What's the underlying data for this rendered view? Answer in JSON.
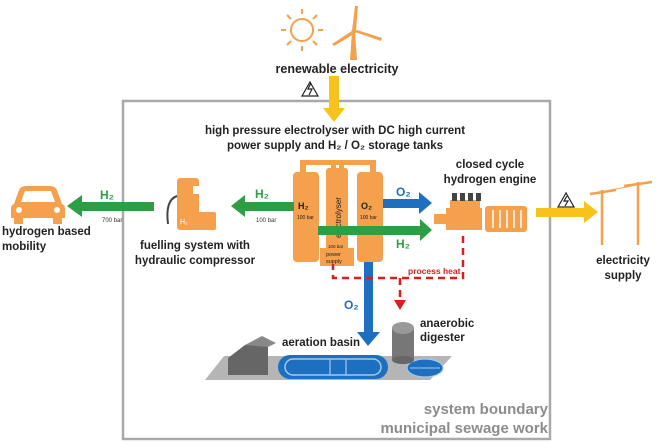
{
  "labels": {
    "renewable": "renewable electricity",
    "electrolyser_1": "high pressure electrolyser with DC high current",
    "electrolyser_2": "power supply and H₂ / O₂ storage tanks",
    "engine_1": "closed cycle",
    "engine_2": "hydrogen engine",
    "electricity_1": "electricity",
    "electricity_2": "supply",
    "mobility_1": "hydrogen based",
    "mobility_2": "mobility",
    "fuelling_1": "fuelling system with",
    "fuelling_2": "hydraulic compressor",
    "aeration": "aeration basin",
    "digester_1": "anaerobic",
    "digester_2": "digester",
    "process_heat": "process heat",
    "boundary_1": "system boundary",
    "boundary_2": "municipal sewage work"
  },
  "arrow_labels": {
    "h2_left": "H₂",
    "h2_mid": "H₂",
    "o2_right": "O₂",
    "h2_right": "H₂",
    "o2_down": "O₂"
  },
  "pressure_labels": {
    "p700": "700 bar",
    "p100": "100 bar"
  },
  "tank_labels": {
    "h2_tank": "H₂",
    "o2_tank": "O₂",
    "h2_tank_bar": "100 bar",
    "o2_tank_bar": "100 bar",
    "electrolyser": "electrolyser",
    "power_1": "power",
    "power_2": "supply",
    "dispenser": "H₂",
    "core_bar": "100 bar"
  },
  "colors": {
    "orange": "#f4a04c",
    "green": "#2e9e44",
    "blue": "#1f6fc0",
    "yellow": "#f7c21a",
    "red": "#d42020",
    "boundary": "#a9a9a9"
  },
  "icons": [
    "sun-icon",
    "wind-turbine-icon",
    "car-icon",
    "power-line-icon",
    "high-voltage-icon"
  ]
}
